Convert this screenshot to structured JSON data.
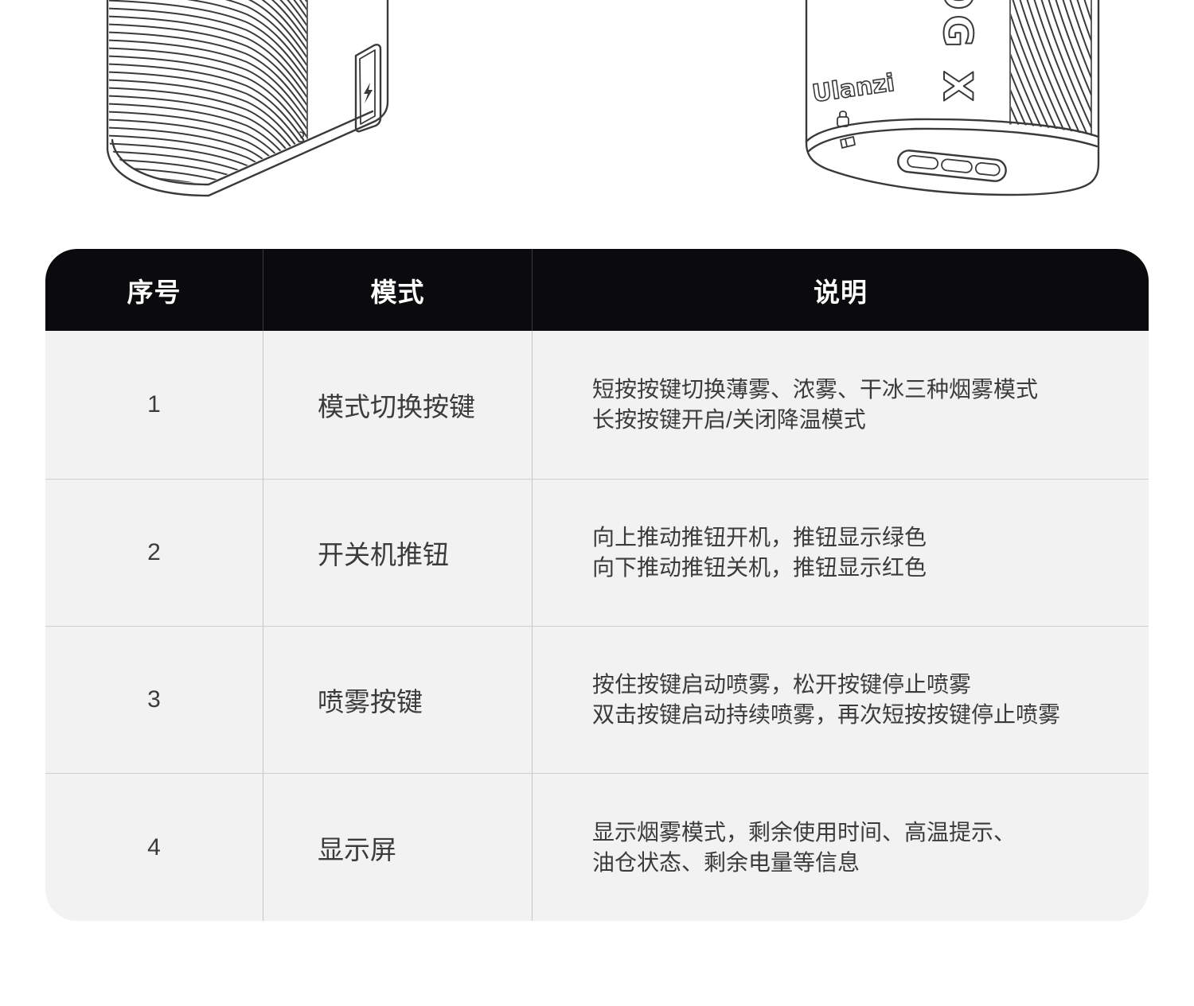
{
  "illustrations": {
    "right_device": {
      "brand_logo": "Ulanzi",
      "model_logo": "OG X"
    }
  },
  "table": {
    "headers": [
      "序号",
      "模式",
      "说明"
    ],
    "rows": [
      {
        "no": "1",
        "mode": "模式切换按键",
        "description": [
          "短按按键切换薄雾、浓雾、干冰三种烟雾模式",
          "长按按键开启/关闭降温模式"
        ]
      },
      {
        "no": "2",
        "mode": "开关机推钮",
        "description": [
          "向上推动推钮开机，推钮显示绿色",
          "向下推动推钮关机，推钮显示红色"
        ]
      },
      {
        "no": "3",
        "mode": "喷雾按键",
        "description": [
          "按住按键启动喷雾，松开按键停止喷雾",
          "双击按键启动持续喷雾，再次短按按键停止喷雾"
        ]
      },
      {
        "no": "4",
        "mode": "显示屏",
        "description": [
          "显示烟雾模式，剩余使用时间、高温提示、",
          "油仓状态、剩余电量等信息"
        ]
      }
    ]
  },
  "colors": {
    "header_bg": "#0b0b0d",
    "header_text": "#ffffff",
    "body_bg": "#f2f2f2",
    "text": "#3b3b3b",
    "divider": "#cfcfcf",
    "line": "#3a3a3a"
  }
}
